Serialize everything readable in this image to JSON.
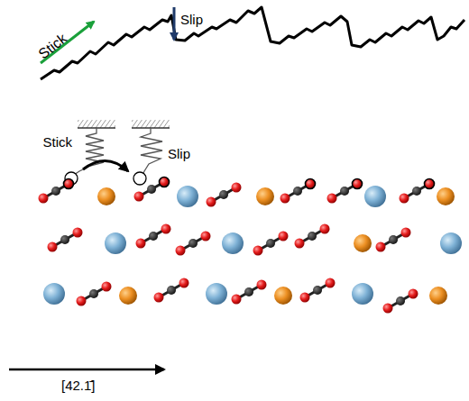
{
  "diagram": {
    "labels": [
      "Stick",
      "Slip",
      "Stick",
      "Slip",
      "[42.1̄]"
    ]
  }
}
